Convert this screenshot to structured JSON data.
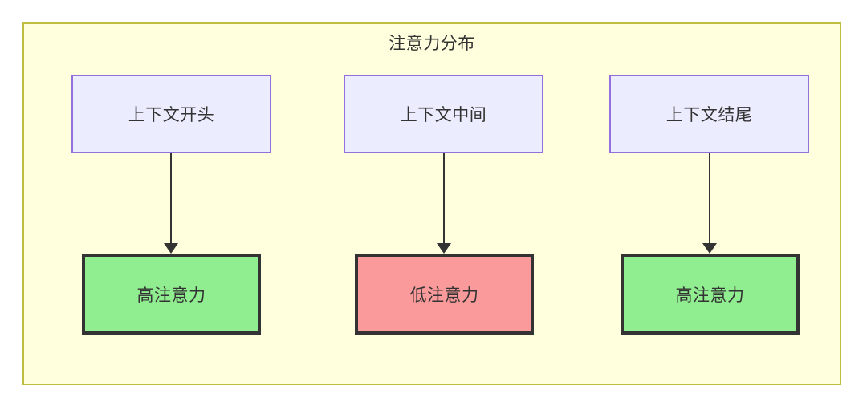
{
  "diagram": {
    "title": "注意力分布",
    "frame": {
      "fill": "#ffffdd",
      "stroke": "#bfbf3f"
    },
    "nodes": {
      "context": [
        {
          "id": "ctx-start",
          "label": "上下文开头",
          "fill": "#ececff",
          "stroke": "#9370db"
        },
        {
          "id": "ctx-mid",
          "label": "上下文中间",
          "fill": "#ececff",
          "stroke": "#9370db"
        },
        {
          "id": "ctx-end",
          "label": "上下文结尾",
          "fill": "#ececff",
          "stroke": "#9370db"
        }
      ],
      "attention": [
        {
          "id": "attn-start",
          "label": "高注意力",
          "fill": "#90ee90",
          "stroke": "#333333"
        },
        {
          "id": "attn-mid",
          "label": "低注意力",
          "fill": "#fa9a9a",
          "stroke": "#333333"
        },
        {
          "id": "attn-end",
          "label": "高注意力",
          "fill": "#90ee90",
          "stroke": "#333333"
        }
      ]
    },
    "edges": [
      {
        "id": "edge-1",
        "from": "ctx-start",
        "to": "attn-start",
        "style": "solid-arrow"
      },
      {
        "id": "edge-2",
        "from": "ctx-mid",
        "to": "attn-mid",
        "style": "solid-arrow"
      },
      {
        "id": "edge-3",
        "from": "ctx-end",
        "to": "attn-end",
        "style": "solid-arrow"
      }
    ]
  }
}
